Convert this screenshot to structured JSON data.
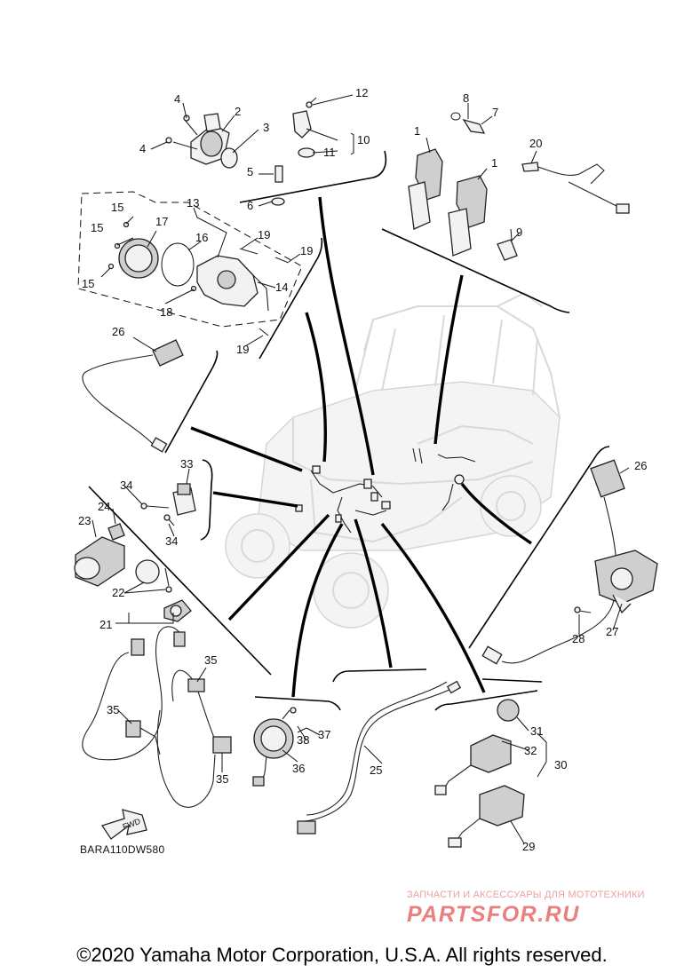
{
  "diagram": {
    "part_numbers": {
      "p1a": "1",
      "p1b": "1",
      "p2": "2",
      "p3": "3",
      "p4a": "4",
      "p4b": "4",
      "p5": "5",
      "p6": "6",
      "p7": "7",
      "p8": "8",
      "p9": "9",
      "p10": "10",
      "p11": "11",
      "p12": "12",
      "p13": "13",
      "p14": "14",
      "p15a": "15",
      "p15b": "15",
      "p15c": "15",
      "p16": "16",
      "p17": "17",
      "p18": "18",
      "p19a": "19",
      "p19b": "19",
      "p19c": "19",
      "p20": "20",
      "p21": "21",
      "p22": "22",
      "p23": "23",
      "p24": "24",
      "p25": "25",
      "p26a": "26",
      "p26b": "26",
      "p27": "27",
      "p28": "28",
      "p29": "29",
      "p30": "30",
      "p31": "31",
      "p32": "32",
      "p33": "33",
      "p34a": "34",
      "p34b": "34",
      "p35a": "35",
      "p35b": "35",
      "p35c": "35",
      "p36": "36",
      "p37": "37",
      "p38": "38"
    },
    "fwd_label": "FWD",
    "drawing_code": "BARA110DW580"
  },
  "watermark": {
    "line1": "ЗАПЧАСТИ И АКСЕССУАРЫ ДЛЯ МОТОТЕХНИКИ",
    "line2": "PARTSFOR.RU",
    "color": "#e97f7f"
  },
  "copyright": "©2020 Yamaha Motor Corporation, U.S.A. All rights reserved."
}
